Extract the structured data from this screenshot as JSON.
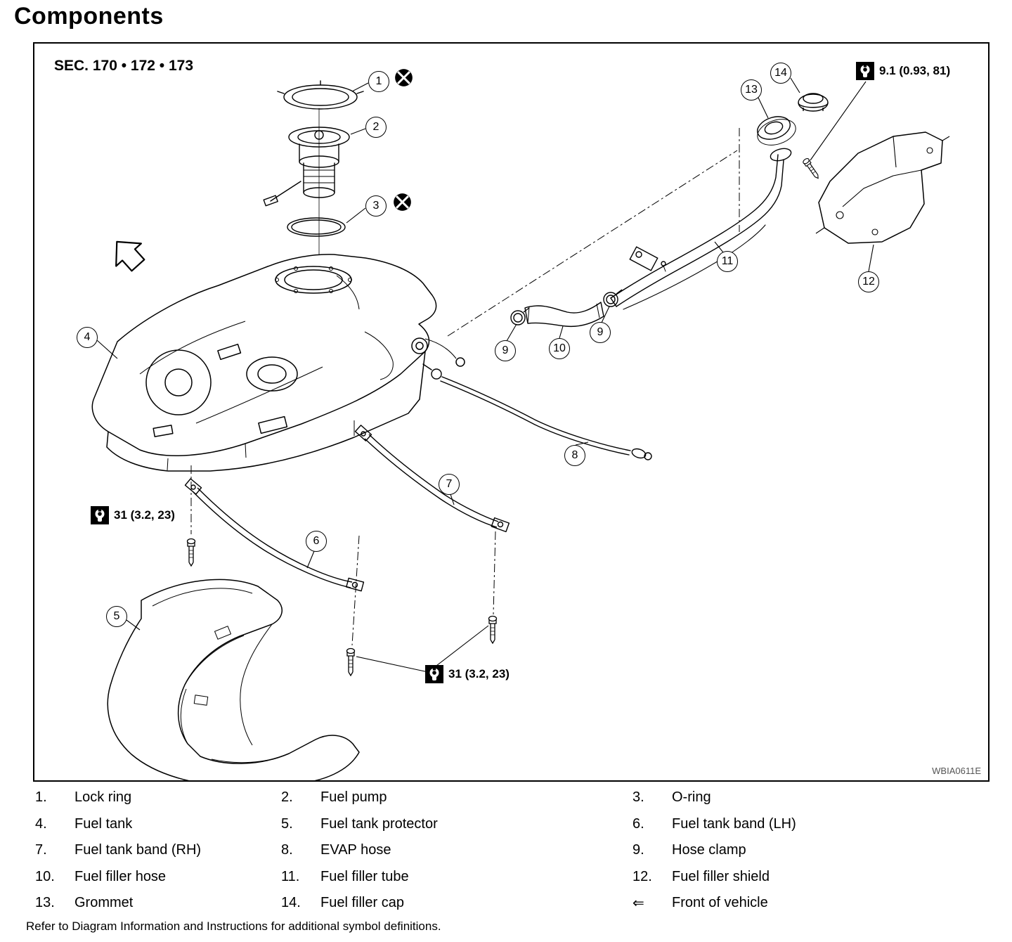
{
  "page": {
    "title": "Components",
    "footer": "Refer to Diagram Information and Instructions for additional symbol definitions."
  },
  "diagram": {
    "section_label": "SEC. 170 • 172 • 173",
    "figure_code": "WBIA0611E",
    "torque_specs": [
      {
        "text": "9.1 (0.93, 81)"
      },
      {
        "text": "31 (3.2, 23)"
      },
      {
        "text": "31 (3.2, 23)"
      }
    ],
    "symbols": {
      "non_reusable": "non-reusable part",
      "front_arrow": "front of vehicle"
    },
    "callouts": {
      "c1": "1",
      "c2": "2",
      "c3": "3",
      "c4": "4",
      "c5": "5",
      "c6": "6",
      "c7": "7",
      "c8": "8",
      "c9a": "9",
      "c9b": "9",
      "c10": "10",
      "c11": "11",
      "c12": "12",
      "c13": "13",
      "c14": "14"
    }
  },
  "legend": {
    "items": [
      {
        "num": "1.",
        "label": "Lock ring"
      },
      {
        "num": "2.",
        "label": "Fuel pump"
      },
      {
        "num": "3.",
        "label": "O-ring"
      },
      {
        "num": "4.",
        "label": "Fuel tank"
      },
      {
        "num": "5.",
        "label": "Fuel tank protector"
      },
      {
        "num": "6.",
        "label": "Fuel tank band (LH)"
      },
      {
        "num": "7.",
        "label": "Fuel tank band (RH)"
      },
      {
        "num": "8.",
        "label": "EVAP hose"
      },
      {
        "num": "9.",
        "label": "Hose clamp"
      },
      {
        "num": "10.",
        "label": "Fuel filler hose"
      },
      {
        "num": "11.",
        "label": "Fuel filler tube"
      },
      {
        "num": "12.",
        "label": "Fuel filler shield"
      },
      {
        "num": "13.",
        "label": "Grommet"
      },
      {
        "num": "14.",
        "label": "Fuel filler cap"
      },
      {
        "num": "⇐",
        "label": "Front of vehicle"
      }
    ]
  }
}
